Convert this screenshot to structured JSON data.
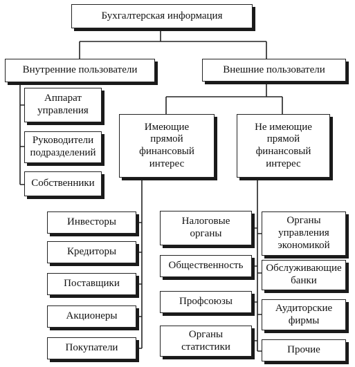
{
  "diagram": {
    "root": "Бухгалтерская информация",
    "internal": {
      "title": "Внутренние пользователи",
      "items": [
        "Аппарат\nуправления",
        "Руководители\nподразделений",
        "Собственники"
      ]
    },
    "external": {
      "title": "Внешние пользователи",
      "with_interest": {
        "title": "Имеющие\nпрямой\nфинансовый\nинтерес",
        "items": [
          "Инвесторы",
          "Кредиторы",
          "Поставщики",
          "Акционеры",
          "Покупатели"
        ]
      },
      "without_interest": {
        "title": "Не имеющие\nпрямой\nфинансовый\nинтерес",
        "left_items": [
          "Налоговые\nорганы",
          "Общественность",
          "Профсоюзы",
          "Органы\nстатистики"
        ],
        "right_items": [
          "Органы\nуправления\nэкономикой",
          "Обслуживающие\nбанки",
          "Аудиторские\nфирмы",
          "Прочие"
        ]
      }
    }
  }
}
